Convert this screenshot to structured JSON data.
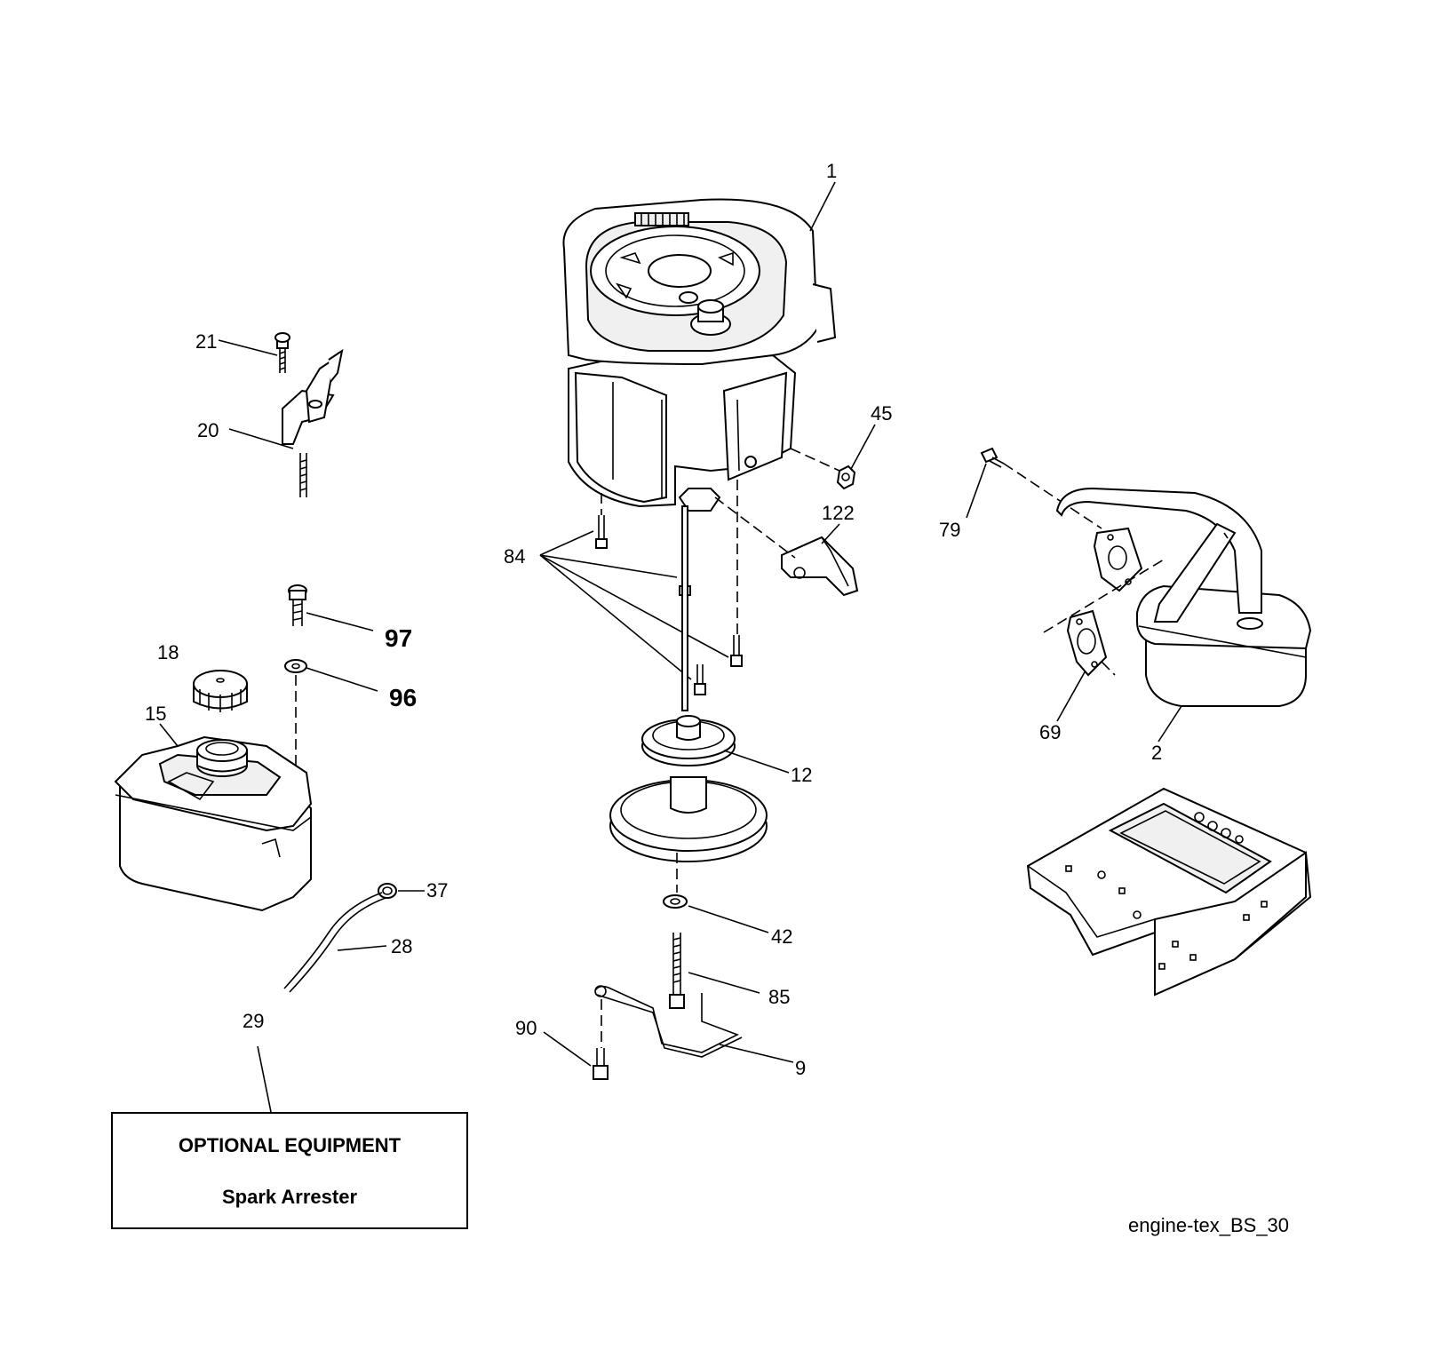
{
  "callouts": {
    "c1": "1",
    "c2": "2",
    "c9": "9",
    "c12": "12",
    "c15": "15",
    "c18": "18",
    "c20": "20",
    "c21": "21",
    "c28": "28",
    "c29": "29",
    "c37": "37",
    "c42": "42",
    "c45": "45",
    "c69": "69",
    "c79": "79",
    "c84": "84",
    "c85": "85",
    "c90": "90",
    "c96": "96",
    "c97": "97",
    "c122": "122"
  },
  "optional_box": {
    "title": "OPTIONAL EQUIPMENT",
    "item": "Spark Arrester"
  },
  "drawing_code": "engine-tex_BS_30"
}
